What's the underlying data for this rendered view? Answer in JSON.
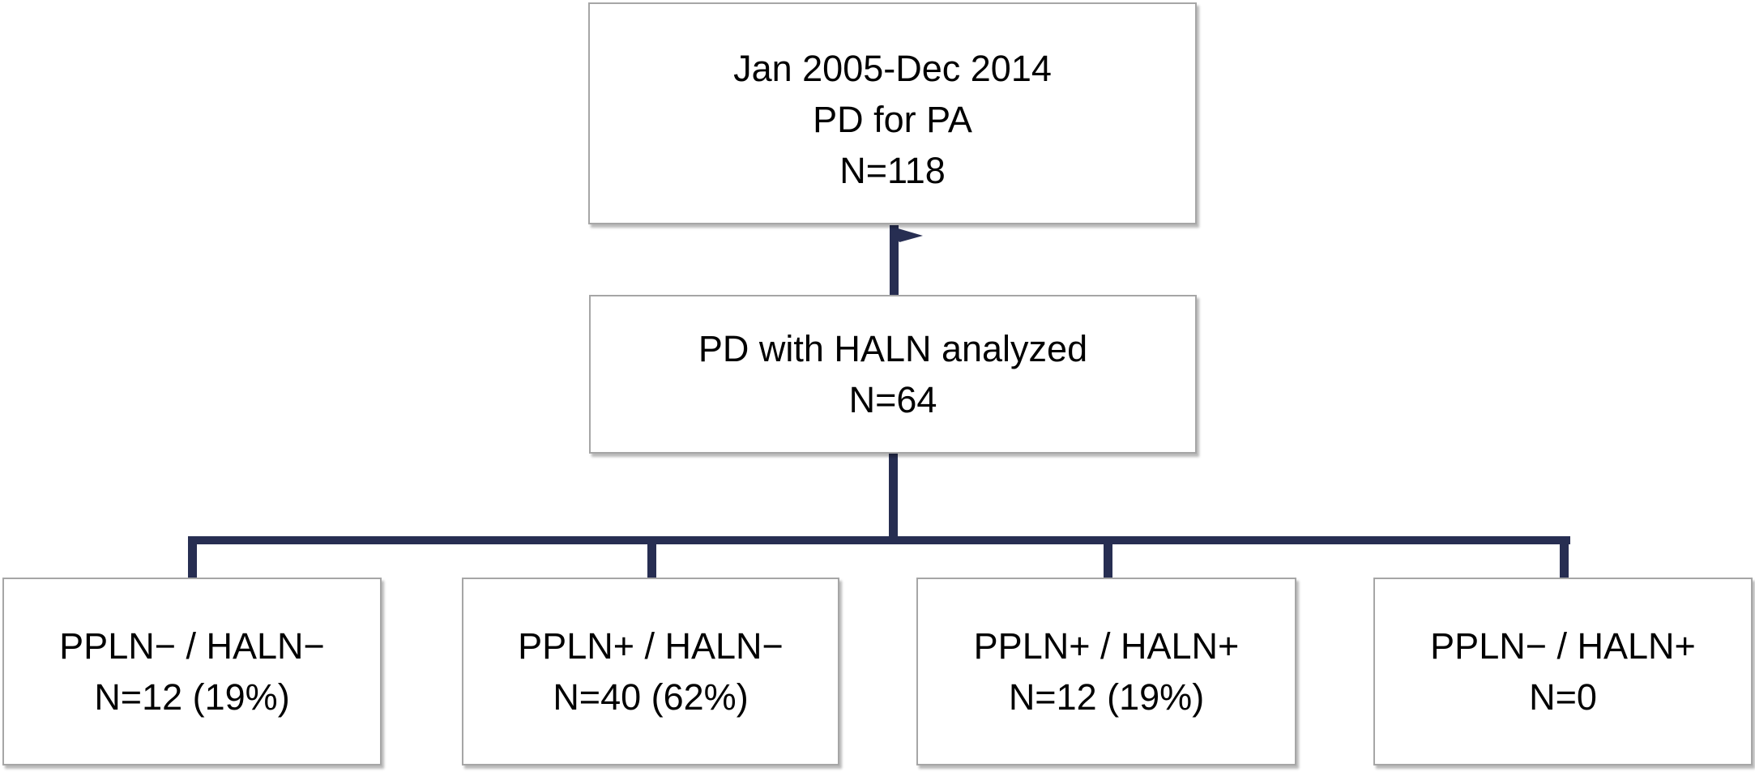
{
  "figure": {
    "type": "flowchart",
    "description": "Patient disposition flow diagram"
  },
  "colors": {
    "connector_line": "#272e52",
    "box_border": "#a6a6a6",
    "box_background": "#ffffff",
    "text": "#000000",
    "page_background": "#ffffff"
  },
  "nodes": {
    "root": {
      "lines": [
        "Jan 2005-Dec 2014",
        "PD for PA",
        "N=118"
      ]
    },
    "analyzed": {
      "lines": [
        "PD with HALN analyzed",
        "N=64"
      ]
    },
    "leaves": [
      {
        "lines": [
          "PPLN− / HALN−",
          "N=12 (19%)"
        ]
      },
      {
        "lines": [
          "PPLN+ / HALN−",
          "N=40 (62%)"
        ]
      },
      {
        "lines": [
          "PPLN+ / HALN+",
          "N=12 (19%)"
        ]
      },
      {
        "lines": [
          "PPLN− / HALN+",
          "N=0"
        ]
      }
    ]
  }
}
